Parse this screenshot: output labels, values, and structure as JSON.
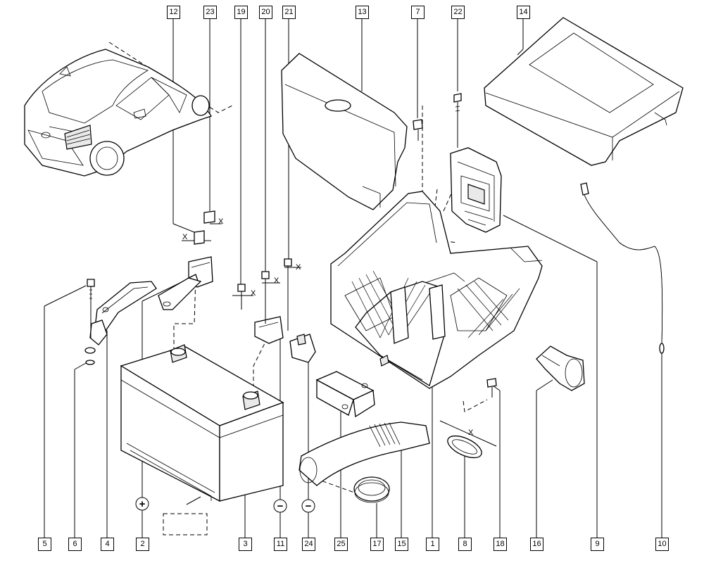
{
  "callouts_top": [
    "12",
    "23",
    "19",
    "20",
    "21",
    "13",
    "7",
    "22",
    "14"
  ],
  "callouts_bottom": [
    "5",
    "6",
    "4",
    "2",
    "3",
    "11",
    "24",
    "25",
    "17",
    "15",
    "1",
    "8",
    "18",
    "16",
    "9",
    "10"
  ],
  "dimension_marker": "X",
  "terminal_symbols": {
    "positive": "+",
    "negative": "−"
  },
  "colors": {
    "line": "#000000",
    "background": "#ffffff",
    "shade": "#e9e9e9"
  }
}
